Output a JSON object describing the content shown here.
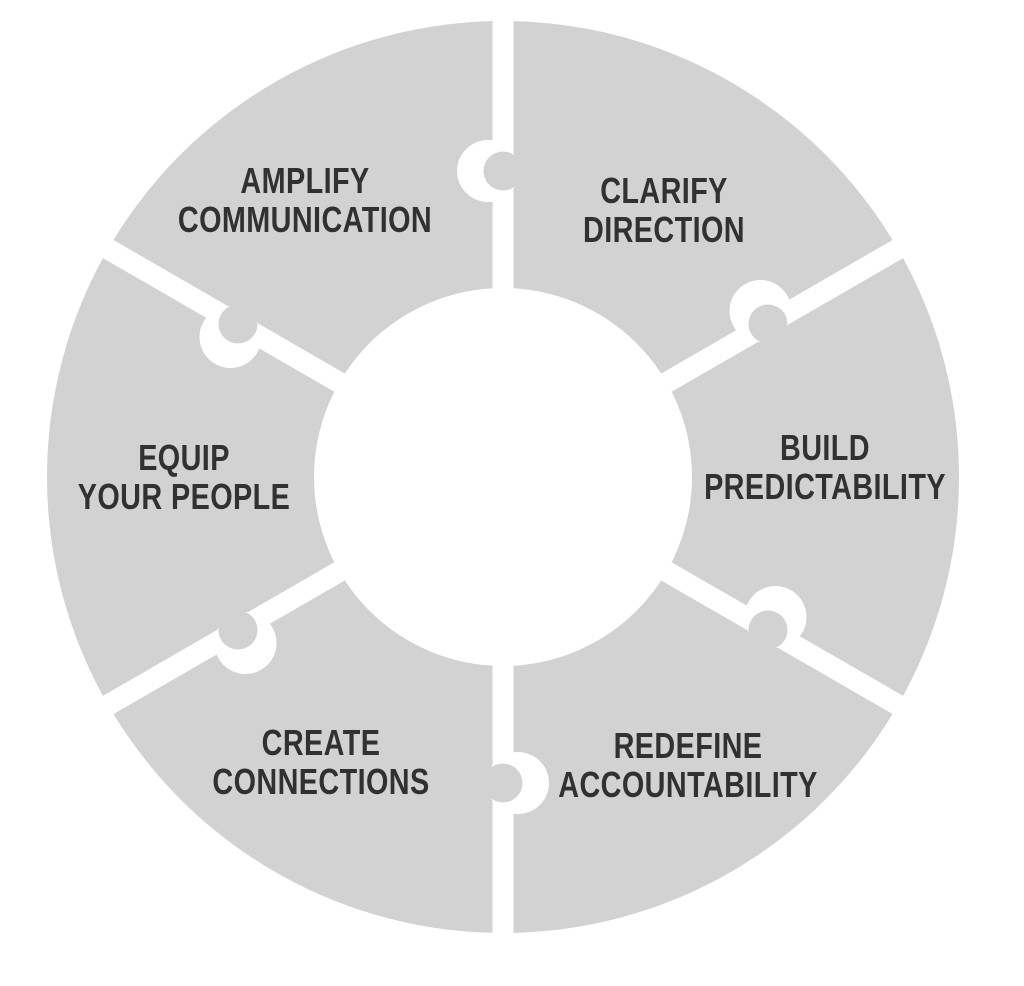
{
  "diagram": {
    "type": "circular-puzzle-cycle",
    "segment_count": 6,
    "colors": {
      "segment_fill": "#d2d2d2",
      "background": "#ffffff",
      "label_text": "#313131"
    },
    "segments": [
      {
        "id": "clarify-direction",
        "line1": "CLARIFY",
        "line2": "DIRECTION",
        "position": "top-right"
      },
      {
        "id": "build-predictability",
        "line1": "BUILD",
        "line2": "PREDICTABILITY",
        "position": "right"
      },
      {
        "id": "redefine-accountability",
        "line1": "REDEFINE",
        "line2": "ACCOUNTABILITY",
        "position": "bottom-right"
      },
      {
        "id": "create-connections",
        "line1": "CREATE",
        "line2": "CONNECTIONS",
        "position": "bottom-left"
      },
      {
        "id": "equip-your-people",
        "line1": "EQUIP",
        "line2": "YOUR PEOPLE",
        "position": "left"
      },
      {
        "id": "amplify-communication",
        "line1": "AMPLIFY",
        "line2": "COMMUNICATION",
        "position": "top-left"
      }
    ]
  }
}
